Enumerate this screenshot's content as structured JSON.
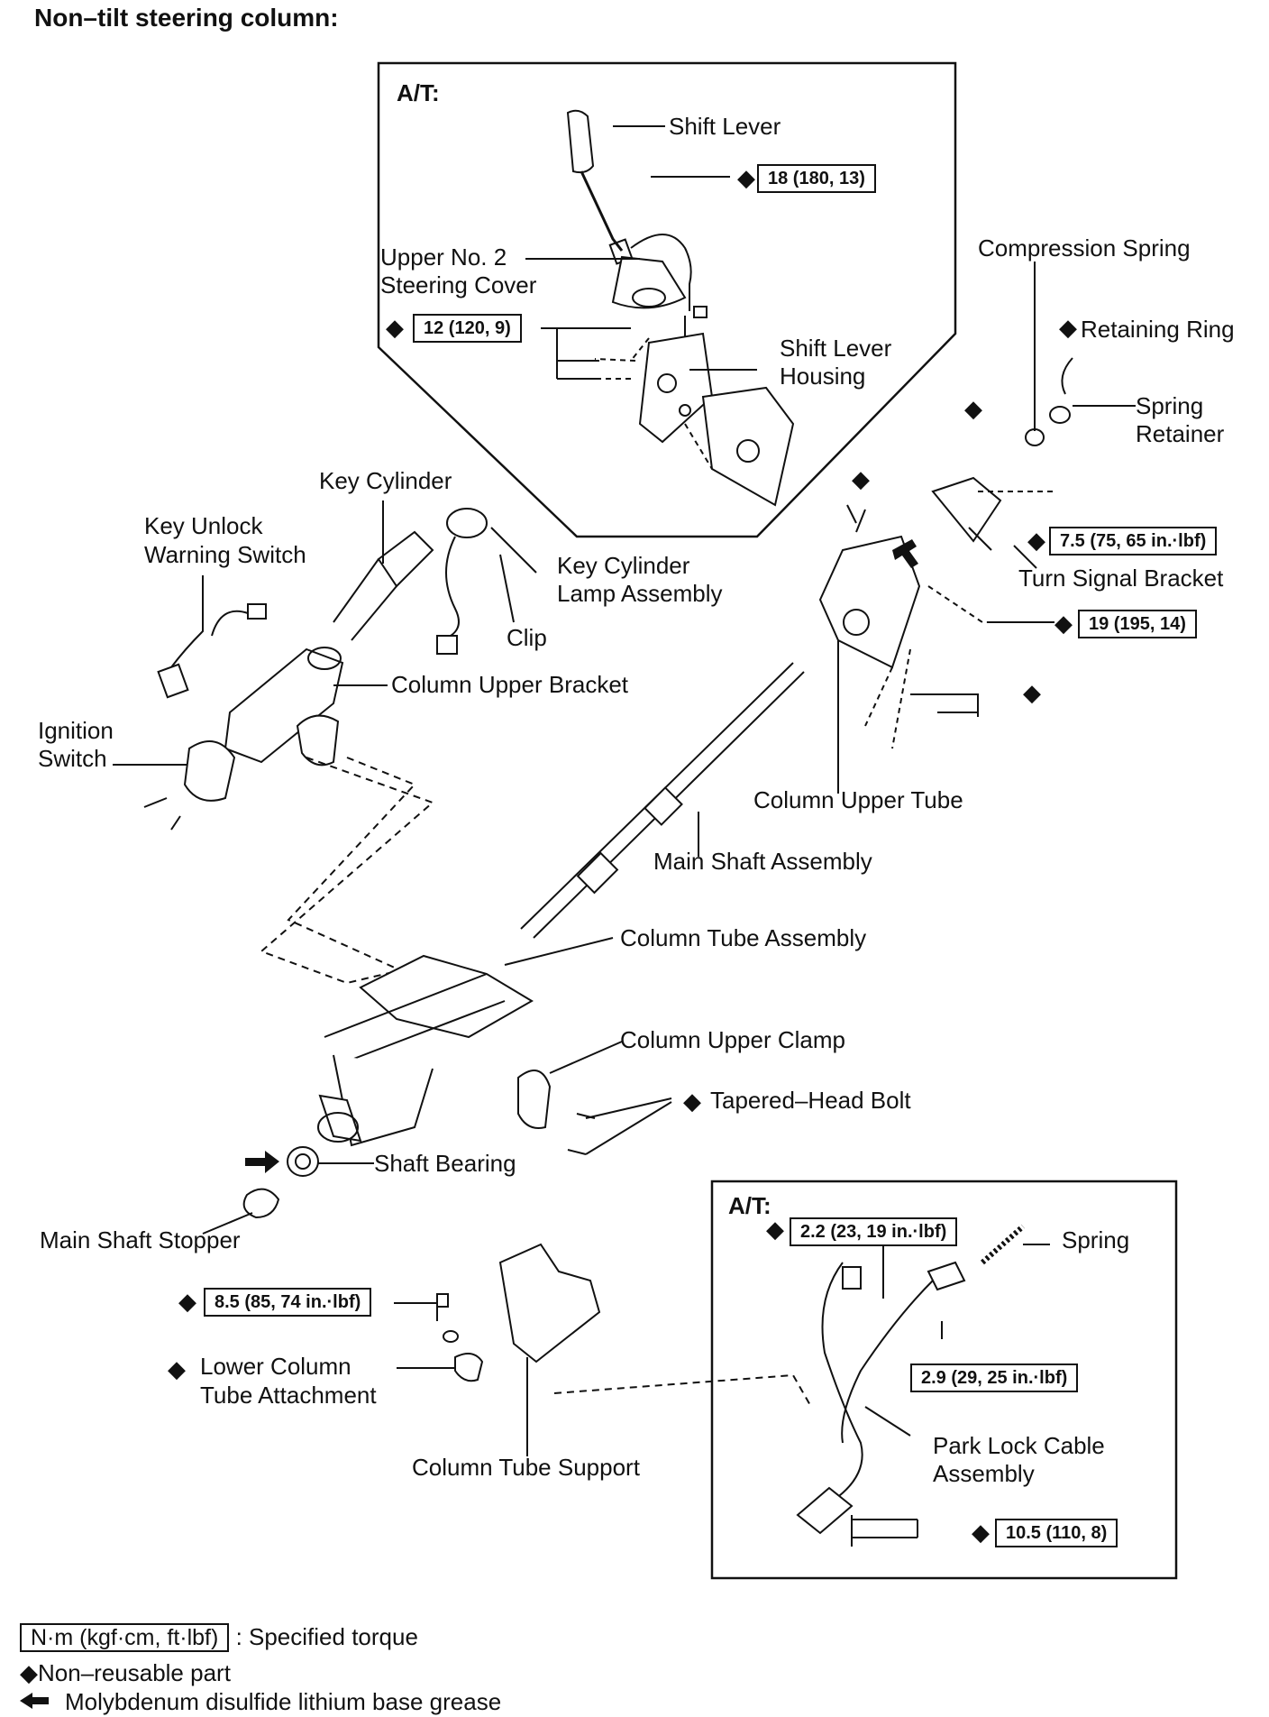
{
  "title": "Non–tilt steering column:",
  "panels": {
    "upper_at": "A/T:",
    "lower_at": "A/T:"
  },
  "labels": {
    "shift_lever": "Shift Lever",
    "upper_cover_1": "Upper No. 2",
    "upper_cover_2": "Steering Cover",
    "shift_housing_1": "Shift Lever",
    "shift_housing_2": "Housing",
    "compression_spring": "Compression Spring",
    "retaining_ring": "Retaining Ring",
    "spring_retainer_1": "Spring",
    "spring_retainer_2": "Retainer",
    "key_cylinder": "Key Cylinder",
    "key_unlock_1": "Key Unlock",
    "key_unlock_2": "Warning Switch",
    "key_lamp_1": "Key Cylinder",
    "key_lamp_2": "Lamp Assembly",
    "clip": "Clip",
    "turn_signal": "Turn Signal Bracket",
    "column_upper_bracket": "Column Upper Bracket",
    "ignition_1": "Ignition",
    "ignition_2": "Switch",
    "column_upper_tube": "Column Upper Tube",
    "main_shaft": "Main Shaft Assembly",
    "column_tube_assy": "Column Tube Assembly",
    "column_upper_clamp": "Column Upper Clamp",
    "tapered_bolt": "Tapered–Head Bolt",
    "shaft_bearing": "Shaft Bearing",
    "main_shaft_stopper": "Main Shaft Stopper",
    "spring": "Spring",
    "lower_attach_1": "Lower Column",
    "lower_attach_2": "Tube Attachment",
    "column_tube_support": "Column Tube Support",
    "park_lock_1": "Park Lock Cable",
    "park_lock_2": "Assembly"
  },
  "torques": {
    "t18": "18 (180, 13)",
    "t12": "12 (120, 9)",
    "t75": "7.5 (75, 65 in.·lbf)",
    "t19": "19 (195, 14)",
    "t22": "2.2 (23, 19 in.·lbf)",
    "t29": "2.9 (29, 25 in.·lbf)",
    "t85": "8.5 (85, 74 in.·lbf)",
    "t105": "10.5 (110, 8)"
  },
  "legend": {
    "torque_box": "N·m (kgf·cm, ft·lbf)",
    "torque_desc": ": Specified torque",
    "nonreusable": "Non–reusable part",
    "grease": "Molybdenum disulfide lithium base grease"
  },
  "symbols": {
    "diamond": "◆",
    "arrow": "🡸"
  }
}
